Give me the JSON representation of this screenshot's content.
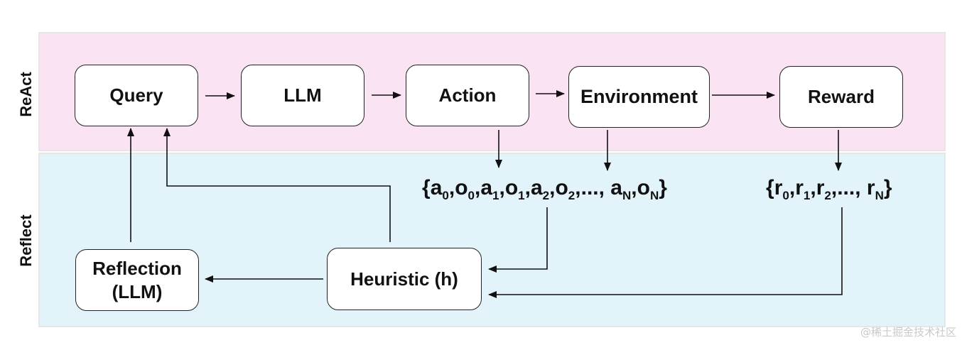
{
  "bands": {
    "react_label": "ReAct",
    "reflect_label": "Reflect"
  },
  "nodes": {
    "query": "Query",
    "llm": "LLM",
    "action": "Action",
    "environment": "Environment",
    "reward": "Reward",
    "heuristic": "Heuristic (h)",
    "reflection_line1": "Reflection",
    "reflection_line2": "(LLM)"
  },
  "sequences": {
    "actions": [
      {
        "base": "a",
        "sub": "0"
      },
      {
        "base": "o",
        "sub": "0"
      },
      {
        "base": "a",
        "sub": "1"
      },
      {
        "base": "o",
        "sub": "1"
      },
      {
        "base": "a",
        "sub": "2"
      },
      {
        "base": "o",
        "sub": "2"
      },
      {
        "base": "...",
        "sub": ""
      },
      {
        "base": " a",
        "sub": "N"
      },
      {
        "base": "o",
        "sub": "N"
      }
    ],
    "rewards": [
      {
        "base": "r",
        "sub": "0"
      },
      {
        "base": "r",
        "sub": "1"
      },
      {
        "base": "r",
        "sub": "2"
      },
      {
        "base": "...",
        "sub": ""
      },
      {
        "base": " r",
        "sub": "N"
      }
    ]
  },
  "watermark": "@稀土掘金技术社区",
  "colors": {
    "react_band": "#fae3f2",
    "reflect_band": "#e2f3fa",
    "node_border": "#222222",
    "arrow": "#111111"
  }
}
